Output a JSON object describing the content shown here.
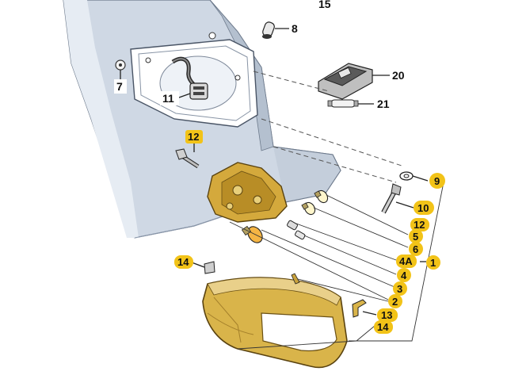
{
  "diagram": {
    "labels": {
      "l15": "15",
      "l8": "8",
      "l20": "20",
      "l21": "21",
      "l7": "7",
      "l11": "11",
      "l12a": "12",
      "l9": "9",
      "l10": "10",
      "l12b": "12",
      "l5": "5",
      "l6": "6",
      "l4a": "4A",
      "l1": "1",
      "l4": "4",
      "l14a": "14",
      "l3": "3",
      "l2": "2",
      "l13": "13",
      "l14b": "14"
    },
    "colors": {
      "highlight": "#f2c318",
      "body_fill": "#cdd6e2",
      "body_dark": "#9fadc0",
      "lamp_amber": "#d9b44a",
      "lamp_dark": "#8a6a1e"
    }
  }
}
